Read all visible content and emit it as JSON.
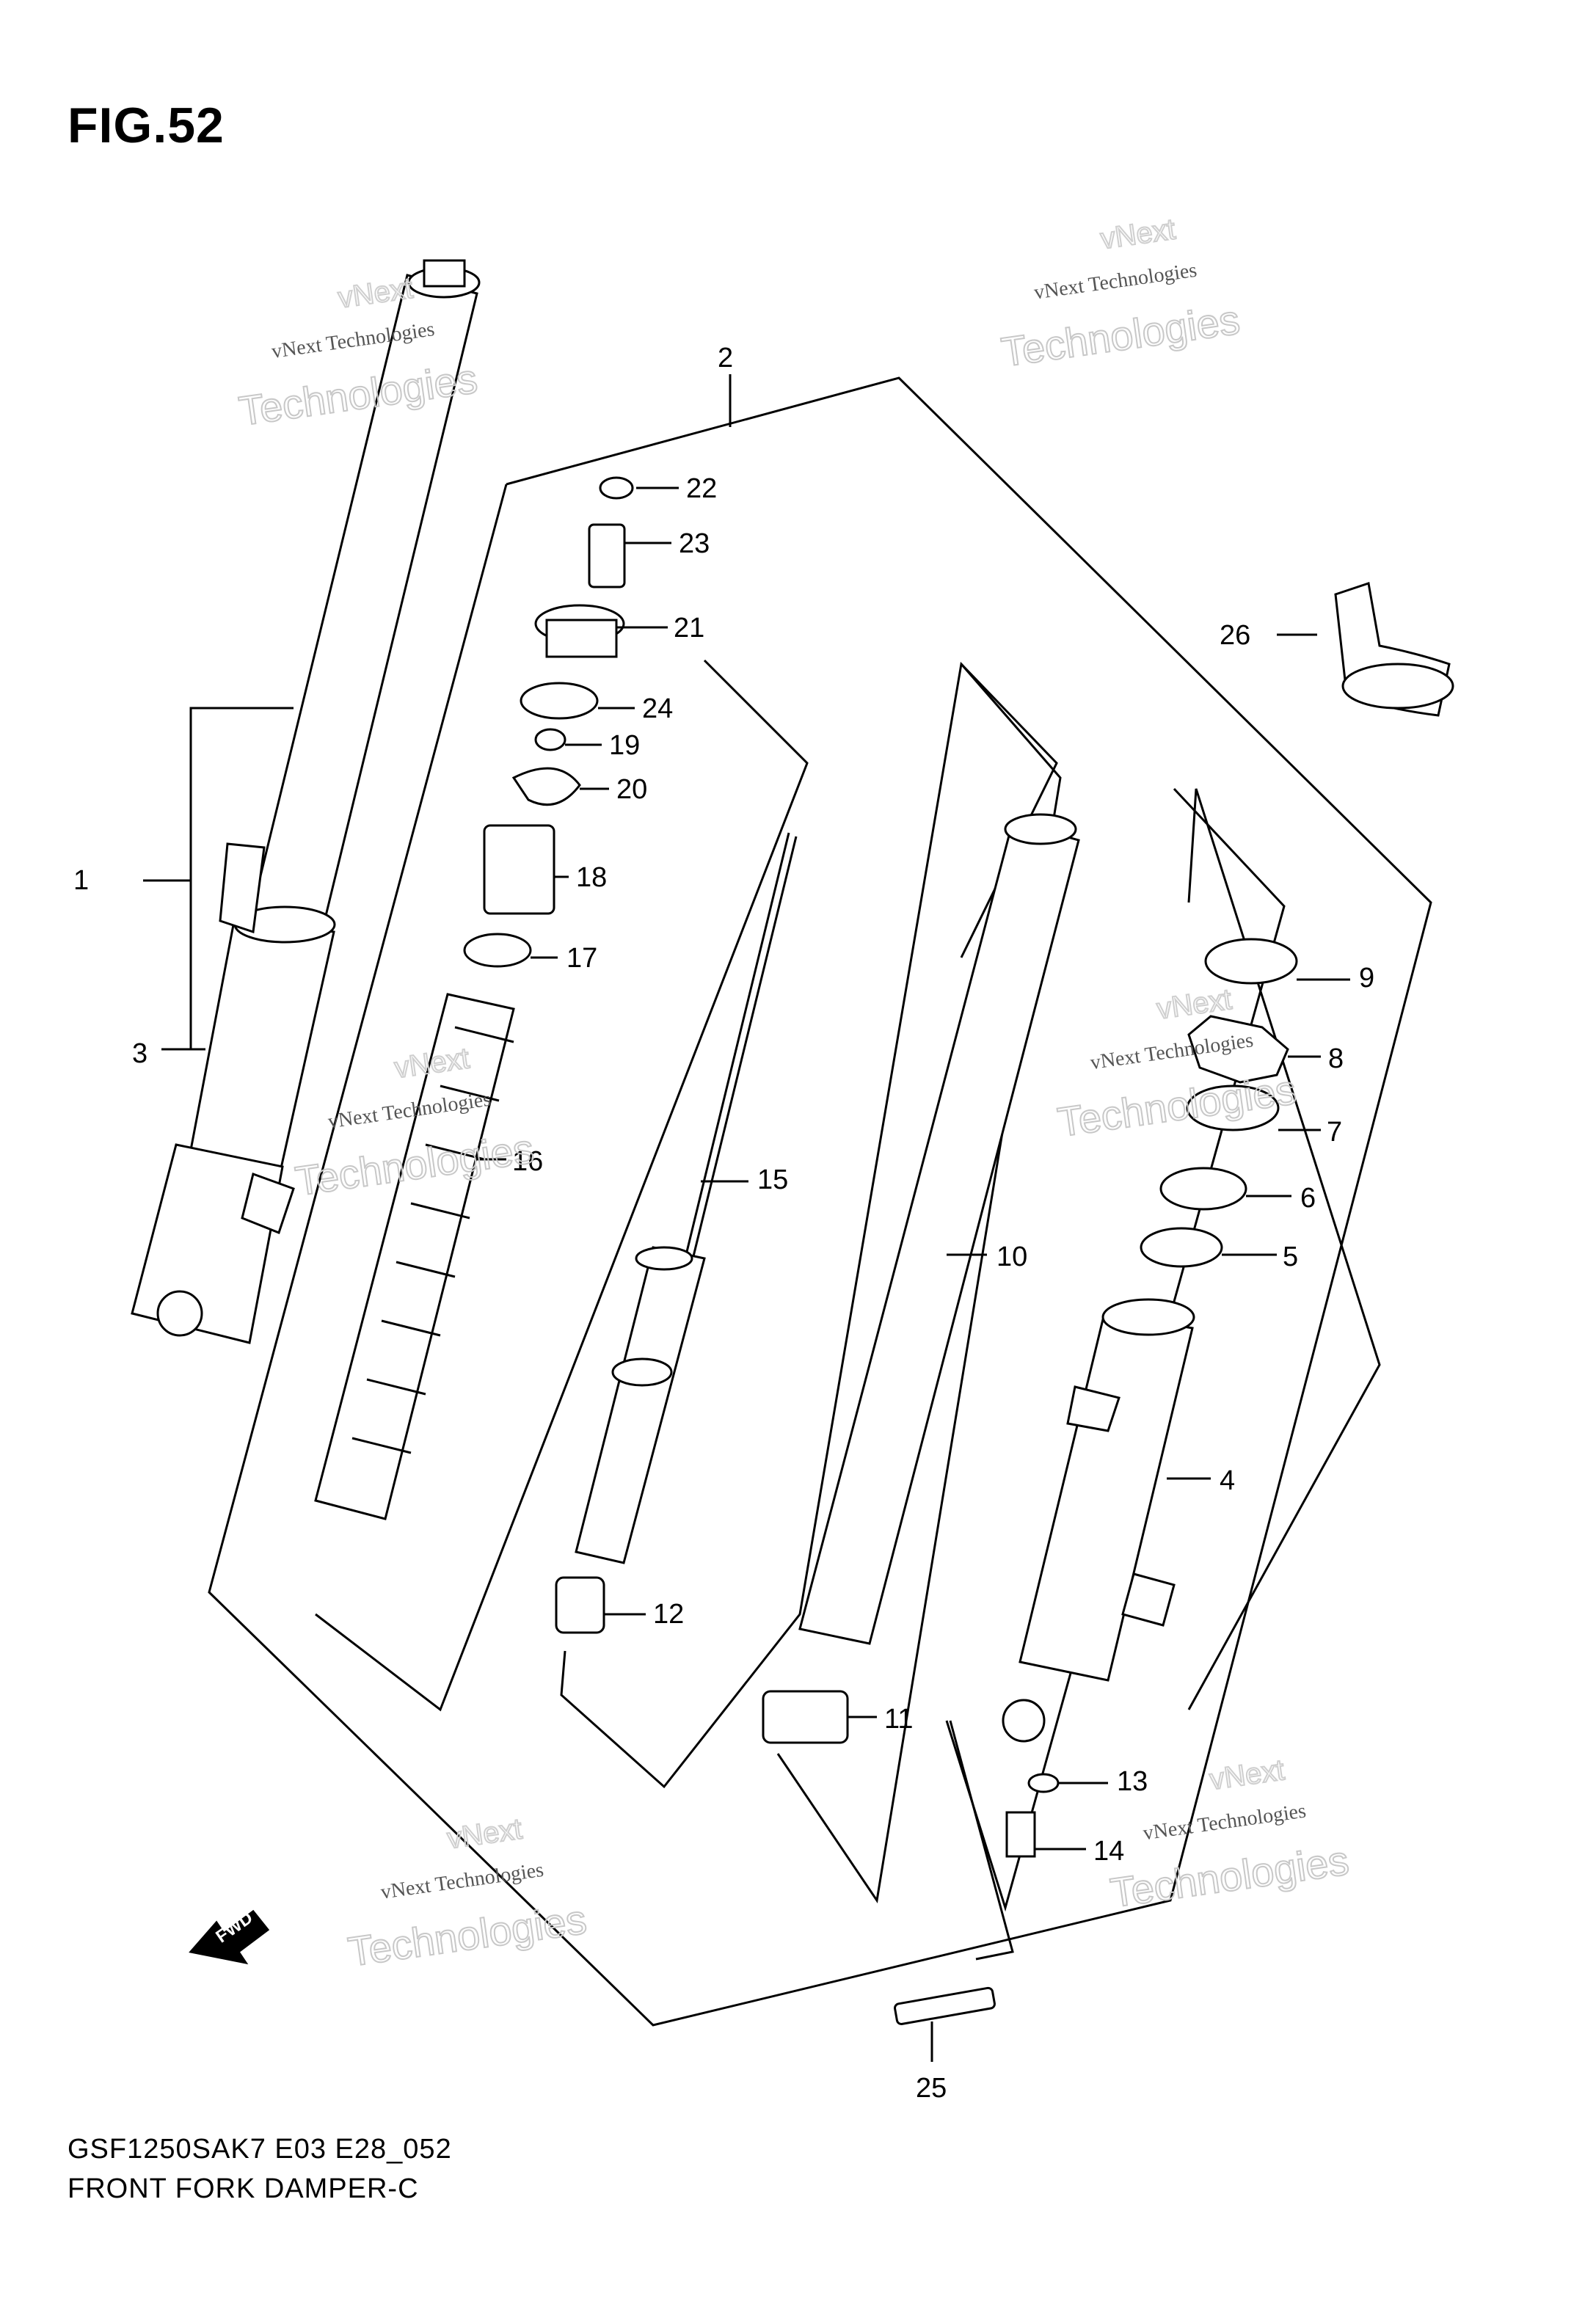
{
  "figure": {
    "title": "FIG.52",
    "model_code": "GSF1250SAK7 E03 E28_052",
    "name": "FRONT FORK DAMPER-C"
  },
  "callouts": [
    {
      "id": "1",
      "label": "1"
    },
    {
      "id": "2",
      "label": "2"
    },
    {
      "id": "3",
      "label": "3"
    },
    {
      "id": "4",
      "label": "4"
    },
    {
      "id": "5",
      "label": "5"
    },
    {
      "id": "6",
      "label": "6"
    },
    {
      "id": "7",
      "label": "7"
    },
    {
      "id": "8",
      "label": "8"
    },
    {
      "id": "9",
      "label": "9"
    },
    {
      "id": "10",
      "label": "10"
    },
    {
      "id": "11",
      "label": "11"
    },
    {
      "id": "12",
      "label": "12"
    },
    {
      "id": "13",
      "label": "13"
    },
    {
      "id": "14",
      "label": "14"
    },
    {
      "id": "15",
      "label": "15"
    },
    {
      "id": "16",
      "label": "16"
    },
    {
      "id": "17",
      "label": "17"
    },
    {
      "id": "18",
      "label": "18"
    },
    {
      "id": "19",
      "label": "19"
    },
    {
      "id": "20",
      "label": "20"
    },
    {
      "id": "21",
      "label": "21"
    },
    {
      "id": "22",
      "label": "22"
    },
    {
      "id": "23",
      "label": "23"
    },
    {
      "id": "24",
      "label": "24"
    },
    {
      "id": "25",
      "label": "25"
    },
    {
      "id": "26",
      "label": "26"
    }
  ],
  "watermark": {
    "line1": "vNext Technologies",
    "line2": "Technologies",
    "line3": "vNext"
  },
  "fwd_arrow": "FWD"
}
